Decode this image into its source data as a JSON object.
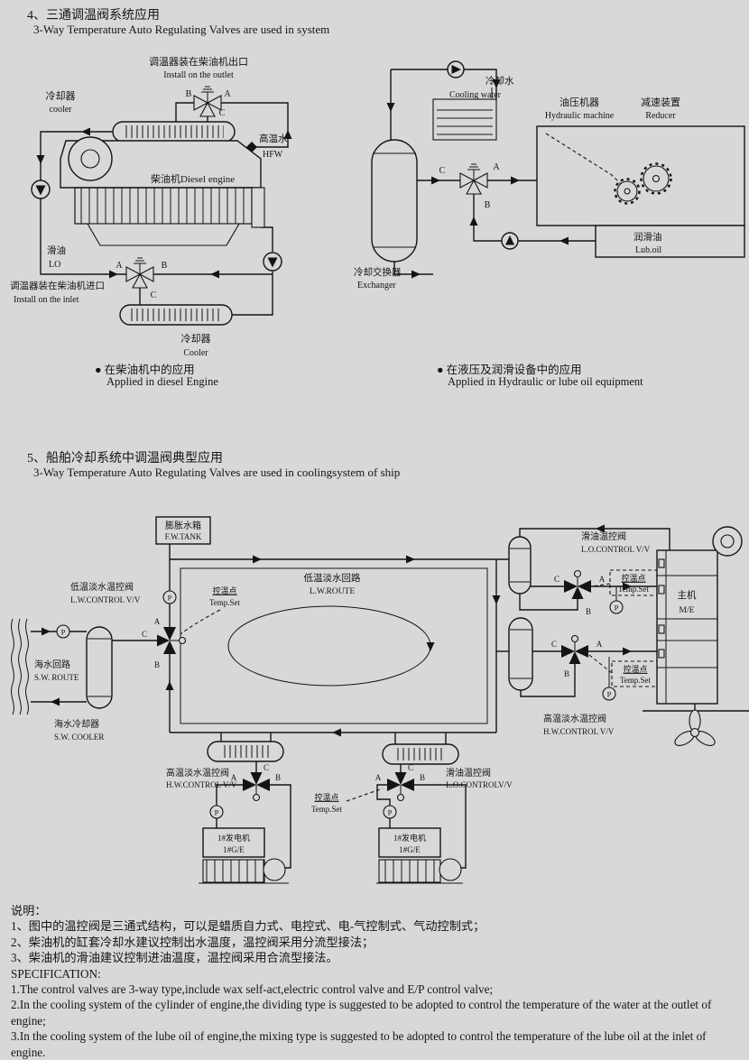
{
  "colors": {
    "page_bg": "#d8d8d8",
    "ink": "#141414"
  },
  "ports": {
    "a": "A",
    "b": "B",
    "c": "C"
  },
  "pump_label": "P",
  "section4": {
    "number_title": "4、三通调温阀系统应用",
    "subtitle": "3-Way Temperature Auto Regulating Valves are used in system",
    "diesel": {
      "outlet_note_zh": "调温器装在柴油机出口",
      "outlet_note_en": "Install on the outlet",
      "cooler_top_zh": "冷却器",
      "cooler_top_en": "cooler",
      "hfw_zh": "高温水",
      "hfw_en": "HFW",
      "engine_label": "柴油机Diesel engine",
      "lo_zh": "滑油",
      "lo_en": "LO",
      "inlet_note_zh": "调温器装在柴油机进口",
      "inlet_note_en": "Install on the inlet",
      "cooler_bottom_zh": "冷却器",
      "cooler_bottom_en": "Cooler",
      "caption_zh": "● 在柴油机中的应用",
      "caption_en": "Applied in diesel Engine"
    },
    "hydraulic": {
      "cooling_water_zh": "冷却水",
      "cooling_water_en": "Cooling water",
      "machine_zh": "油压机器",
      "machine_en": "Hydraulic machine",
      "reducer_zh": "减速装置",
      "reducer_en": "Reducer",
      "lub_oil_zh": "润滑油",
      "lub_oil_en": "Lub.oil",
      "exchanger_zh": "冷却交换器",
      "exchanger_en": "Exchanger",
      "caption_zh": "● 在液压及润滑设备中的应用",
      "caption_en": "Applied in Hydraulic or lube oil equipment"
    }
  },
  "section5": {
    "number_title": "5、船舶冷却系统中调温阀典型应用",
    "subtitle": "3-Way Temperature Auto Regulating Valves are used in coolingsystem of ship",
    "fw_tank_zh": "膨胀水箱",
    "fw_tank_en": "F.W.TANK",
    "lw_route_zh": "低温淡水回路",
    "lw_route_en": "L.W.ROUTE",
    "lw_valve_zh": "低温淡水温控阀",
    "lw_valve_en": "L.W.CONTROL V/V",
    "temp_set_zh": "控温点",
    "temp_set_en": "Temp.Set",
    "sw_route_zh": "海水回路",
    "sw_route_en": "S.W. ROUTE",
    "sw_cooler_zh": "海水冷却器",
    "sw_cooler_en": "S.W. COOLER",
    "lo_valve_top_zh": "滑油温控阀",
    "lo_valve_top_en": "L.O.CONTROL V/V",
    "main_engine_zh": "主机",
    "main_engine_en": "M/E",
    "hw_valve_right_zh": "高温淡水温控阀",
    "hw_valve_right_en": "H.W.CONTROL V/V",
    "hw_valve_bottom_zh": "高温淡水温控阀",
    "hw_valve_bottom_en": "H.W.CONTROL V/V",
    "lo_valve_bottom_zh": "滑油温控阀",
    "lo_valve_bottom_en": "L.O.CONTROLV/V",
    "generator_zh": "1#发电机",
    "generator_en": "1#G/E"
  },
  "notes": {
    "heading_zh": "说明：",
    "zh": [
      "1、图中的温控阀是三通式结构，可以是蜡质自力式、电控式、电-气控制式、气动控制式；",
      "2、柴油机的缸套冷却水建议控制出水温度，温控阀采用分流型接法；",
      "3、柴油机的滑油建议控制进油温度，温控阀采用合流型接法。"
    ],
    "heading_en": "SPECIFICATION:",
    "en": [
      "1.The control valves are 3-way type,include wax self-act,electric control valve and E/P control valve;",
      "2.In the cooling system of the cylinder of engine,the dividing type is suggested to be adopted to control the temperature of the water at the outlet of engine;",
      "3.In the cooling system of the lube oil of engine,the mixing type is suggested to be adopted to control the temperature of the lube oil at the inlet of engine."
    ]
  }
}
